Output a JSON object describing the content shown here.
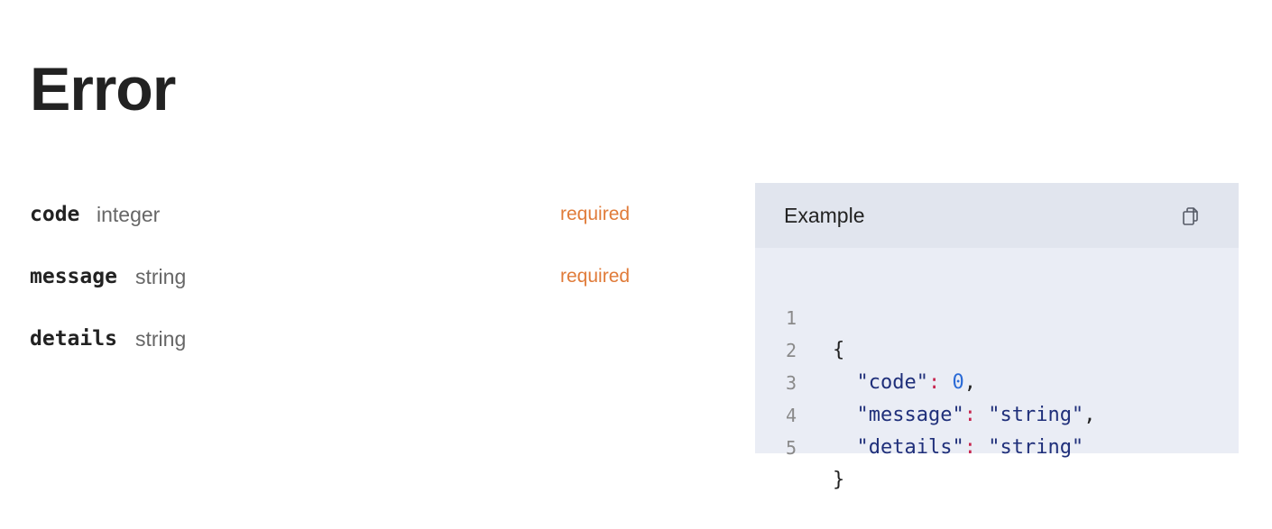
{
  "page": {
    "title": "Error"
  },
  "fields": [
    {
      "name": "code",
      "type": "integer",
      "required_label": "required"
    },
    {
      "name": "message",
      "type": "string",
      "required_label": "required"
    },
    {
      "name": "details",
      "type": "string",
      "required_label": ""
    }
  ],
  "example": {
    "title": "Example",
    "copy_icon": "copy-icon",
    "lines": [
      {
        "number": "1",
        "open_brace": "{"
      },
      {
        "number": "2",
        "indent": "  ",
        "key": "\"code\"",
        "colon": ":",
        "value": "0",
        "trail": ","
      },
      {
        "number": "3",
        "indent": "  ",
        "key": "\"message\"",
        "colon": ":",
        "value": "\"string\"",
        "trail": ","
      },
      {
        "number": "4",
        "indent": "  ",
        "key": "\"details\"",
        "colon": ":",
        "value": "\"string\"",
        "trail": ""
      },
      {
        "number": "5",
        "close_brace": "}"
      }
    ]
  },
  "colors": {
    "required": "#e07b39",
    "json_key": "#1f2f7a",
    "json_colon": "#c7254e",
    "json_number": "#2a6ad6",
    "panel_bg": "#eaedf5",
    "panel_header_bg": "#e1e5ee"
  }
}
